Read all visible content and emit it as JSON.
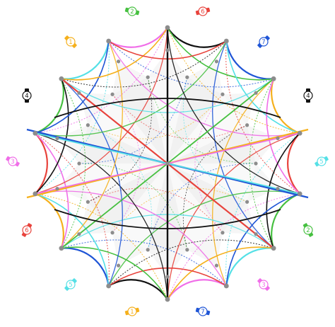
{
  "diagram": {
    "background": "#ffffff",
    "node_color": "#8c8c8c",
    "shade_color": "#e6e6e6"
  },
  "edge_markers": [
    {
      "label": "1",
      "color": "#f5b01c"
    },
    {
      "label": "2",
      "color": "#46c040"
    },
    {
      "label": "6",
      "color": "#e8433c"
    },
    {
      "label": "7",
      "color": "#1f55d6"
    },
    {
      "label": "4",
      "color": "#111111"
    },
    {
      "label": "4",
      "color": "#111111"
    },
    {
      "label": "3",
      "color": "#f06ee8"
    },
    {
      "label": "5",
      "color": "#55e0e6"
    },
    {
      "label": "6",
      "color": "#e8433c"
    },
    {
      "label": "2",
      "color": "#46c040"
    },
    {
      "label": "5",
      "color": "#55e0e6"
    },
    {
      "label": "3",
      "color": "#f06ee8"
    },
    {
      "label": "1",
      "color": "#f5b01c"
    },
    {
      "label": "7",
      "color": "#1f55d6"
    }
  ],
  "geodesics": [
    {
      "name": "black-axis",
      "color": "#111111"
    },
    {
      "name": "blue-axis",
      "color": "#1f55d6"
    },
    {
      "name": "orange-axis",
      "color": "#f5b01c"
    },
    {
      "name": "red-axis",
      "color": "#e8433c"
    },
    {
      "name": "green-axis",
      "color": "#46c040"
    },
    {
      "name": "cyan-axis",
      "color": "#55e0e6"
    },
    {
      "name": "magenta-axis",
      "color": "#f06ee8"
    }
  ]
}
